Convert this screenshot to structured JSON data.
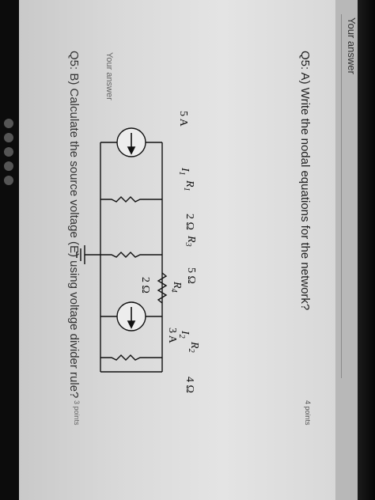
{
  "header": {
    "previous_answer_label": "Your answer"
  },
  "question_a": {
    "title": "Q5: A) Write the nodal equations for the network?",
    "points": "4 points"
  },
  "answer": {
    "placeholder": "Your answer"
  },
  "question_b": {
    "title": "Q5: B) Calculate the source voltage (E) using voltage divider rule?",
    "points": "3 points"
  },
  "circuit": {
    "source1_value": "5 A",
    "source1_name": "I",
    "source1_sub": "1",
    "r1_name": "R",
    "r1_sub": "1",
    "r1_value": "2 Ω",
    "r3_name": "R",
    "r3_sub": "3",
    "r3_value": "5 Ω",
    "r4_name": "R",
    "r4_sub": "4",
    "r4_value": "2 Ω",
    "source2_name": "I",
    "source2_sub": "2",
    "source2_value": "3 A",
    "r2_name": "R",
    "r2_sub": "2",
    "r2_value": "4 Ω"
  }
}
